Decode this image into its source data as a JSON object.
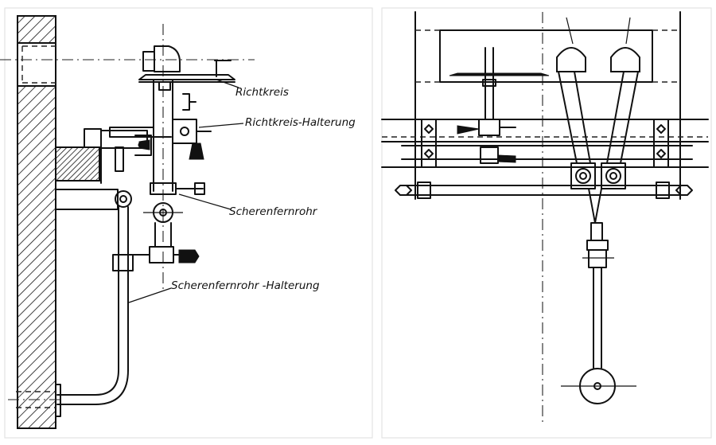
{
  "labels": {
    "richtkreis": "Richtkreis",
    "richtkreis_halterung": "Richtkreis-Halterung",
    "scherenfernrohr": "Scherenfernrohr",
    "scherenfernrohr_halterung": "Scherenfernrohr -Halterung"
  }
}
